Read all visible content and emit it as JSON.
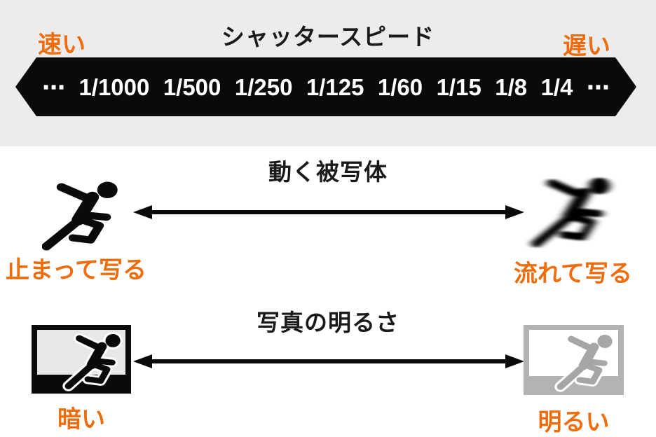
{
  "colors": {
    "accent_orange": "#ed6c0c",
    "banner_black": "#0a0a0a",
    "section_gray": "#ececec",
    "text_black": "#1a1a1a",
    "bright_frame_gray": "#b3b3b3",
    "bright_runner_gray": "#a6a6a6",
    "dark_inner_gray": "#e7e7e7"
  },
  "shutter_scale": {
    "title": "シャッタースピード",
    "fast_label": "速い",
    "slow_label": "遅い",
    "values": [
      "⋯",
      "1/1000",
      "1/500",
      "1/250",
      "1/125",
      "1/60",
      "1/15",
      "1/8",
      "1/4",
      "⋯"
    ]
  },
  "moving_subject": {
    "title": "動く被写体",
    "left_caption": "止まって写る",
    "right_caption": "流れて写る",
    "left_icon": "runner-sharp-icon",
    "right_icon": "runner-motion-blur-icon",
    "arrow_icon": "double-headed-arrow-icon"
  },
  "brightness": {
    "title": "写真の明るさ",
    "left_caption": "暗い",
    "right_caption": "明るい",
    "left_icon": "photo-dark-icon",
    "right_icon": "photo-bright-icon",
    "arrow_icon": "double-headed-arrow-icon"
  }
}
